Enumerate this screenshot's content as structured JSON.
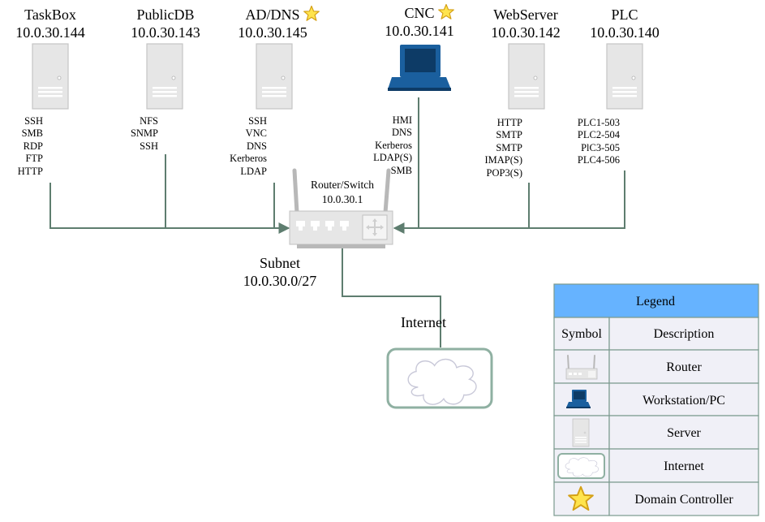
{
  "nodes": [
    {
      "name": "TaskBox",
      "ip": "10.0.30.144",
      "services": [
        "SSH",
        "SMB",
        "RDP",
        "FTP",
        "HTTP"
      ]
    },
    {
      "name": "PublicDB",
      "ip": "10.0.30.143",
      "services": [
        "NFS",
        "SNMP",
        "SSH"
      ]
    },
    {
      "name": "AD/DNS",
      "ip": "10.0.30.145",
      "services": [
        "SSH",
        "VNC",
        "DNS",
        "Kerberos",
        "LDAP"
      ],
      "domain_controller": true
    },
    {
      "name": "CNC",
      "ip": "10.0.30.141",
      "services": [
        "HMI",
        "DNS",
        "Kerberos",
        "LDAP(S)",
        "SMB"
      ],
      "domain_controller": true
    },
    {
      "name": "WebServer",
      "ip": "10.0.30.142",
      "services": [
        "HTTP",
        "SMTP",
        "SMTP",
        "IMAP(S)",
        "POP3(S)"
      ]
    },
    {
      "name": "PLC",
      "ip": "10.0.30.140",
      "services": [
        "PLC1-503",
        "PLC2-504",
        "PlC3-505",
        "PLC4-506"
      ]
    }
  ],
  "router": {
    "name": "Router/Switch",
    "ip": "10.0.30.1"
  },
  "subnet": {
    "label": "Subnet",
    "cidr": "10.0.30.0/27"
  },
  "internet": {
    "label": "Internet"
  },
  "legend": {
    "title": "Legend",
    "col_symbol": "Symbol",
    "col_description": "Description",
    "rows": [
      {
        "icon": "router-icon",
        "description": "Router"
      },
      {
        "icon": "workstation-icon",
        "description": "Workstation/PC"
      },
      {
        "icon": "server-icon",
        "description": "Server"
      },
      {
        "icon": "cloud-icon",
        "description": "Internet"
      },
      {
        "icon": "star-icon",
        "description": "Domain Controller"
      }
    ]
  },
  "colors": {
    "line": "#5e7d6f",
    "server_body": "#e6e6e6",
    "workstation": "#1a5f9e",
    "star_fill": "#ffe44d",
    "star_stroke": "#d4a017",
    "legend_header": "#66b3ff",
    "legend_cell": "#f0f0f7",
    "legend_border": "#7a9a8e"
  }
}
